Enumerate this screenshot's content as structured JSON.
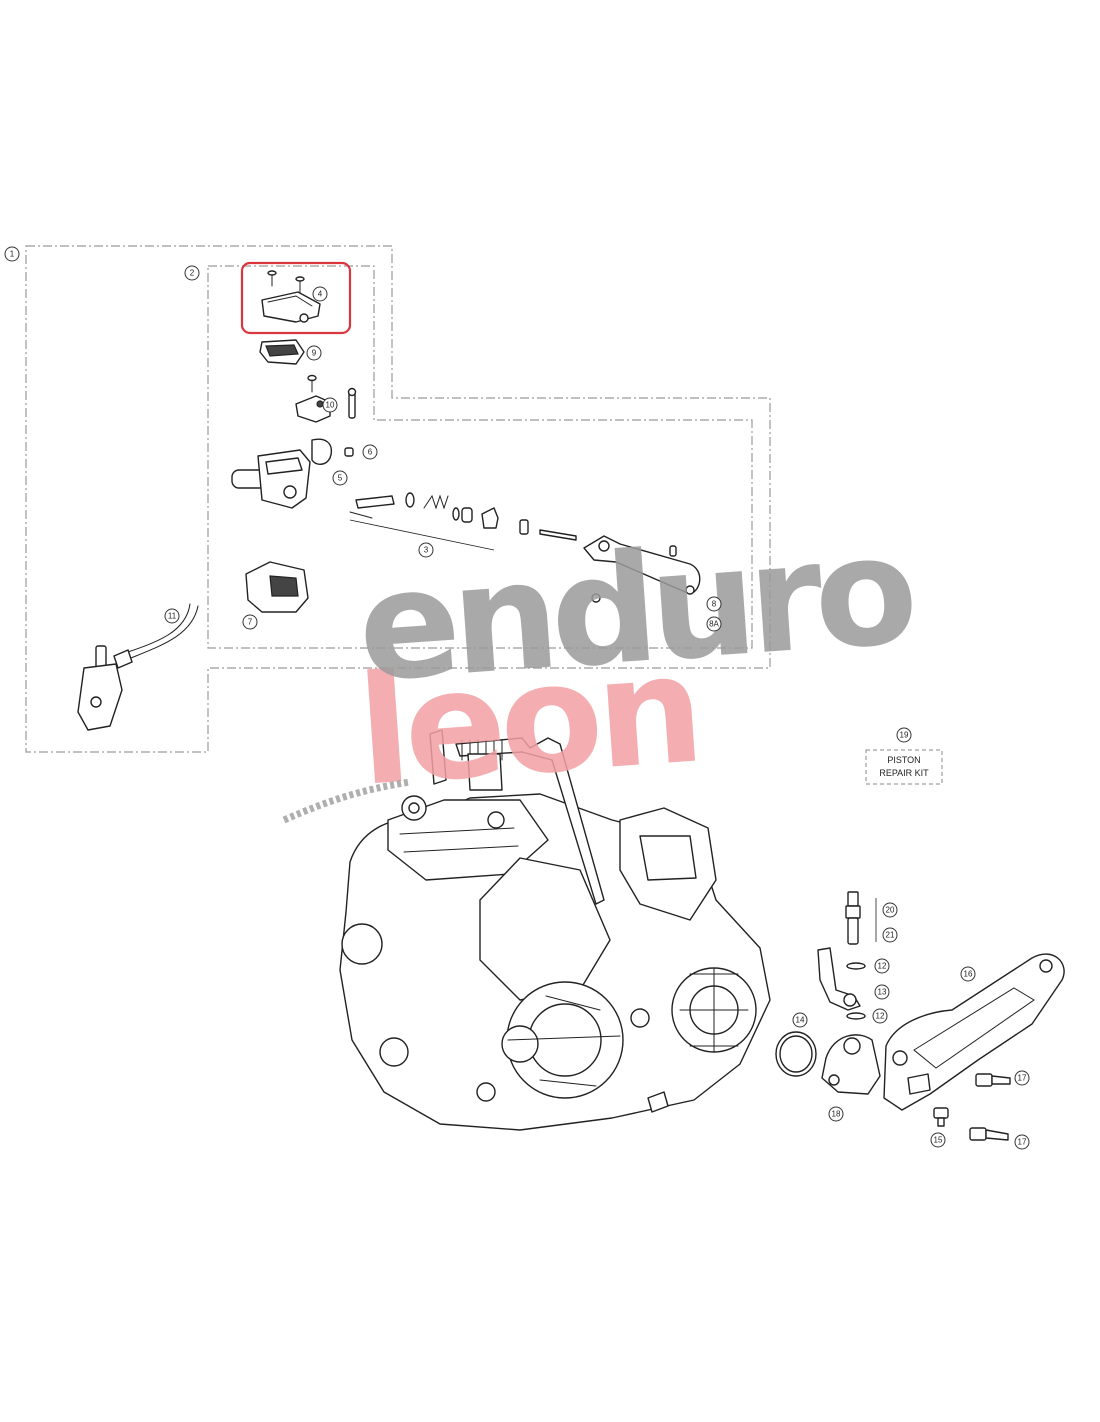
{
  "callouts": {
    "c1": "1",
    "c2": "2",
    "c3": "3",
    "c4": "4",
    "c5": "5",
    "c6": "6",
    "c7": "7",
    "c8": "8",
    "c8a": "8A",
    "c9": "9",
    "c10": "10",
    "c11": "11",
    "c12a": "12",
    "c12b": "12",
    "c13": "13",
    "c14": "14",
    "c15": "15",
    "c16": "16",
    "c17a": "17",
    "c17b": "17",
    "c18": "18",
    "c19": "19",
    "c20": "20",
    "c21": "21"
  },
  "piston_kit": {
    "line1": "PISTON",
    "line2": "REPAIR KIT"
  },
  "watermark": {
    "line1": "enduro",
    "line2": "leon"
  },
  "colors": {
    "highlight": "#d9363e",
    "watermark_gray": "#9b9b9b",
    "watermark_pink": "#f3a1a5",
    "frame": "#9a9a9a"
  }
}
